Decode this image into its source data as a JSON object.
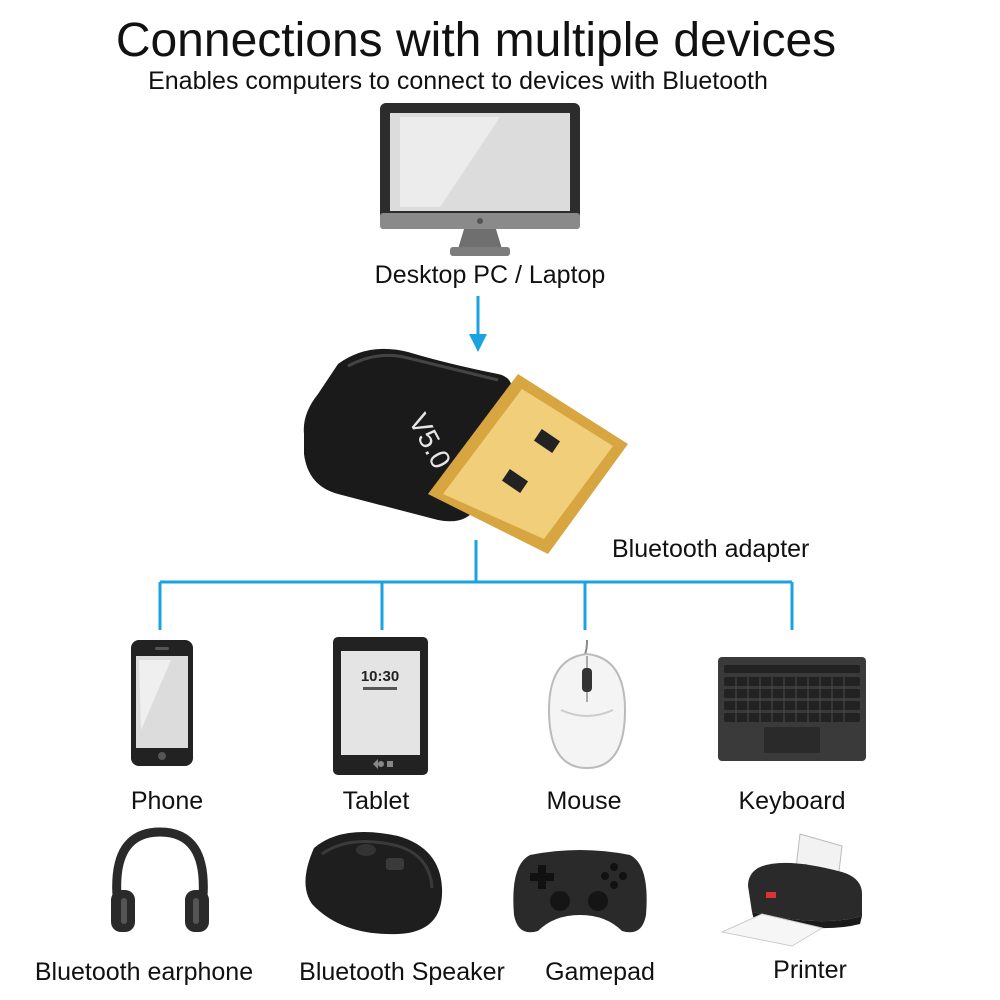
{
  "header": {
    "title": "Connections with multiple devices",
    "subtitle": "Enables computers to connect to devices with Bluetooth"
  },
  "source": {
    "label": "Desktop PC / Laptop",
    "icon": "desktop-monitor-icon"
  },
  "adapter": {
    "label": "Bluetooth adapter",
    "badge": "V5.0",
    "icon": "usb-bluetooth-adapter-icon"
  },
  "devices": [
    {
      "label": "Phone",
      "icon": "phone-icon"
    },
    {
      "label": "Tablet",
      "icon": "tablet-icon"
    },
    {
      "label": "Mouse",
      "icon": "mouse-icon"
    },
    {
      "label": "Keyboard",
      "icon": "keyboard-icon"
    },
    {
      "label": "Bluetooth earphone",
      "icon": "headphones-icon"
    },
    {
      "label": "Bluetooth Speaker",
      "icon": "speaker-icon"
    },
    {
      "label": "Gamepad",
      "icon": "gamepad-icon"
    },
    {
      "label": "Printer",
      "icon": "printer-icon"
    }
  ],
  "tablet_screen": {
    "time": "10:30"
  },
  "colors": {
    "connector": "#1aa3e0",
    "device_dark": "#2a2a2a",
    "gold": "#d8a640"
  }
}
